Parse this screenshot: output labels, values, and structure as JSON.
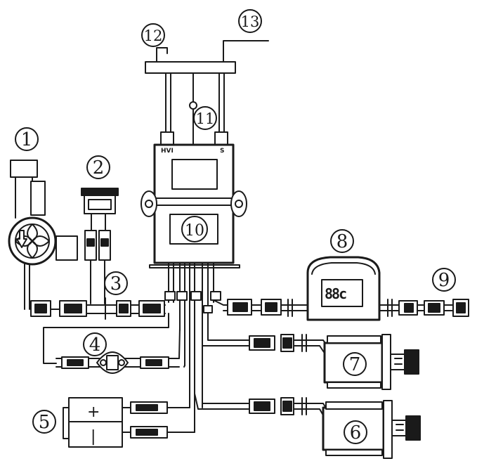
{
  "callouts": {
    "c1": "1",
    "c2": "2",
    "c3": "3",
    "c4": "4",
    "c5": "5",
    "c6": "6",
    "c7": "7",
    "c8": "8",
    "c9": "9",
    "c10": "10",
    "c11": "11",
    "c12": "12",
    "c13": "13"
  },
  "controller": {
    "pin_left": "HVI",
    "pin_right": "S"
  },
  "display": {
    "readout": "88c"
  },
  "battery": {
    "positive": "+",
    "negative": "|"
  },
  "icons": [
    "fan-icon",
    "rocker-switch-icon",
    "thermostat-icon",
    "battery-icon",
    "display-icon",
    "connector-icon"
  ]
}
